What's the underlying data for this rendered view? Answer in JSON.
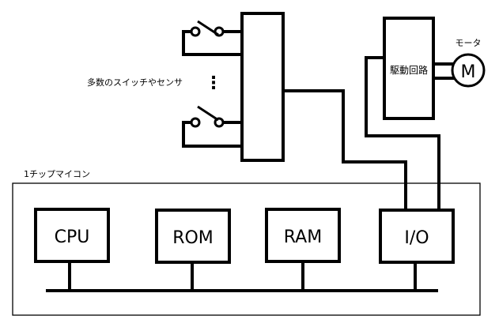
{
  "diagram": {
    "title_chip": "1チップマイコン",
    "sensors_label": "多数のスイッチやセンサ",
    "ellipsis": "⋮",
    "drive_circuit_label": "駆動回路",
    "motor_caption": "モータ",
    "motor_symbol": "M",
    "blocks": [
      {
        "id": "cpu",
        "label": "CPU"
      },
      {
        "id": "rom",
        "label": "ROM"
      },
      {
        "id": "ram",
        "label": "RAM"
      },
      {
        "id": "io",
        "label": "I/O"
      }
    ],
    "icons": {
      "switch": "switch-icon",
      "motor": "motor-icon"
    }
  }
}
